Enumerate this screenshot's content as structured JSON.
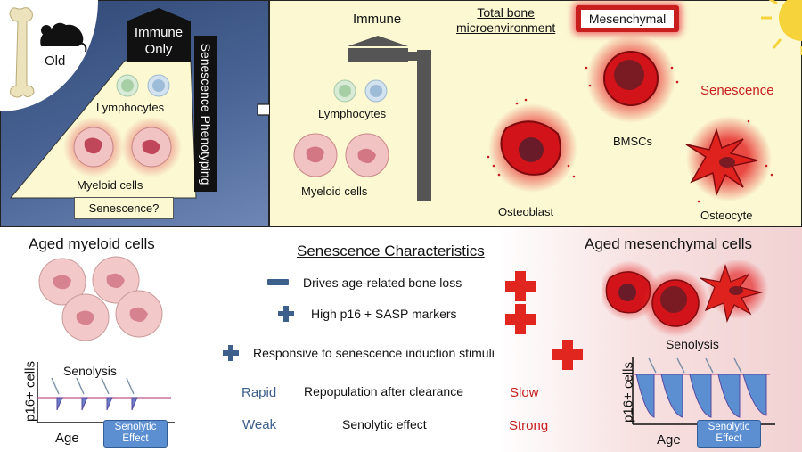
{
  "top_left": {
    "old": "Old",
    "immune_only": [
      "Immune",
      "Only"
    ],
    "senescence_phenotyping": "Senescence Phenotyping",
    "lymphocytes": "Lymphocytes",
    "myeloid_cells": "Myeloid cells",
    "senescence_q": "Senescence?"
  },
  "top_right": {
    "immune": "Immune",
    "total_bone": [
      "Total bone",
      "microenvironment"
    ],
    "mesenchymal": "Mesenchymal",
    "lymphocytes": "Lymphocytes",
    "myeloid_cells": "Myeloid cells",
    "senescence": "Senescence",
    "bmscs": "BMSCs",
    "osteoblast": "Osteoblast",
    "osteocyte": "Osteocyte"
  },
  "bottom": {
    "aged_myeloid": "Aged myeloid cells",
    "aged_mesenchymal": "Aged mesenchymal cells",
    "characteristics_title": "Senescence Characteristics",
    "rows": [
      {
        "sign": "−",
        "text": "Drives age-related bone loss"
      },
      {
        "sign": "+",
        "text": "High p16 + SASP markers"
      },
      {
        "sign": "+",
        "text": "Responsive to senescence induction stimuli"
      }
    ],
    "compare": [
      {
        "left": "Rapid",
        "middle": "Repopulation after clearance",
        "right": "Slow"
      },
      {
        "left": "Weak",
        "middle": "Senolytic effect",
        "right": "Strong"
      }
    ],
    "left_plot": {
      "senolysis": "Senolysis",
      "ylabel": "p16+ cells",
      "xlabel": "Age",
      "effect": [
        "Senolytic",
        "Effect"
      ]
    },
    "right_plot": {
      "senolysis": "Senolysis",
      "ylabel": "p16+ cells",
      "xlabel": "Age",
      "effect": [
        "Senolytic",
        "Effect"
      ]
    }
  },
  "colors": {
    "navy": "#2f4774",
    "cream": "#fbf8d2",
    "red": "#c81e1e",
    "blue": "#3c5f8c",
    "effect_blue": "#5b8fd1"
  }
}
